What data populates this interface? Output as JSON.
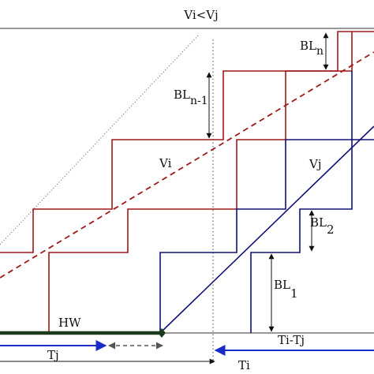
{
  "title": "Vi<Vj",
  "labels": {
    "bl_n": {
      "base": "BL",
      "sub": "n"
    },
    "bl_n_minus_1": {
      "base": "BL",
      "sub": "n-1"
    },
    "vi": "Vi",
    "vj": "Vj",
    "bl_2": {
      "base": "BL",
      "sub": "2"
    },
    "bl_1": {
      "base": "BL",
      "sub": "1"
    },
    "hw": "HW",
    "tj": "Tj",
    "ti_minus_tj": "Ti-Tj",
    "ti": "Ti"
  },
  "colors": {
    "vi_series": "#a01818",
    "vj_series": "#10107a",
    "hw_bar": "#1c3a1c",
    "arrow_blue": "#1a2cc8",
    "axis": "#333333"
  }
}
